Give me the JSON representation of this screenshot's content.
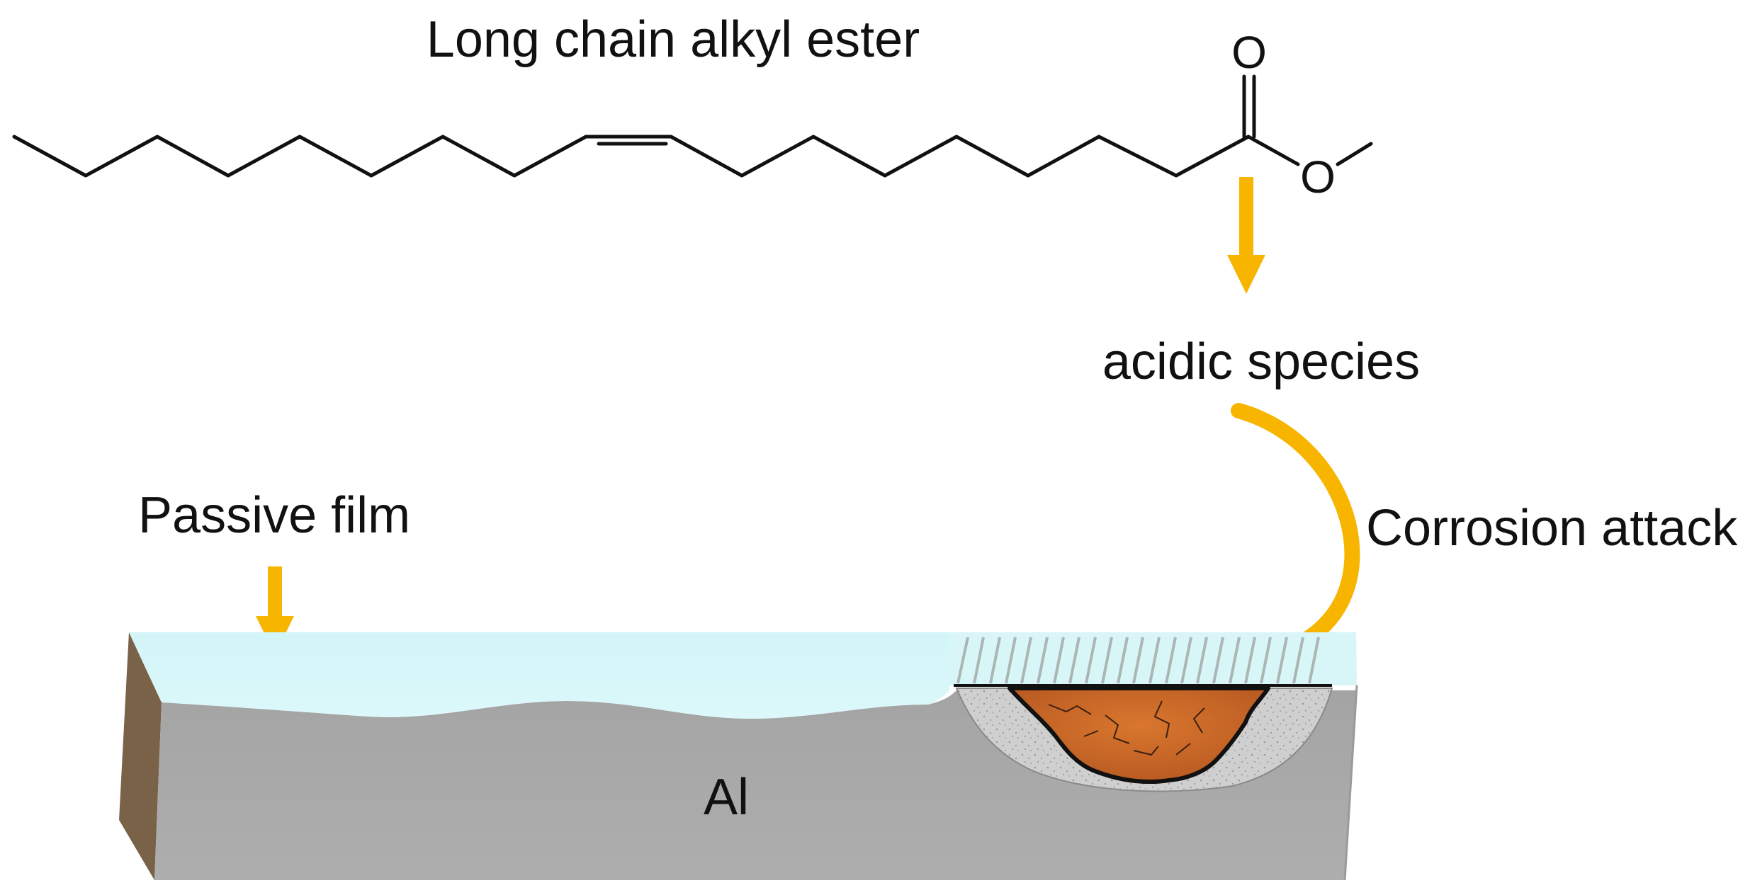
{
  "title": "Long chain alkyl ester",
  "labels": {
    "acidic_species": "acidic species",
    "corrosion_attack": "Corrosion attack",
    "passive_film": "Passive film",
    "substrate": "Al"
  },
  "molecule": {
    "atoms": {
      "carbonyl_oxygen": "O",
      "ester_oxygen": "O"
    }
  },
  "colors": {
    "arrow": "#F7B500",
    "film": "#D6F6F8",
    "metal": "#A9A9A9",
    "side_face": "#7A6248",
    "corrosion_product": "#C8692A",
    "pit_rim": "#CDCDCD"
  }
}
